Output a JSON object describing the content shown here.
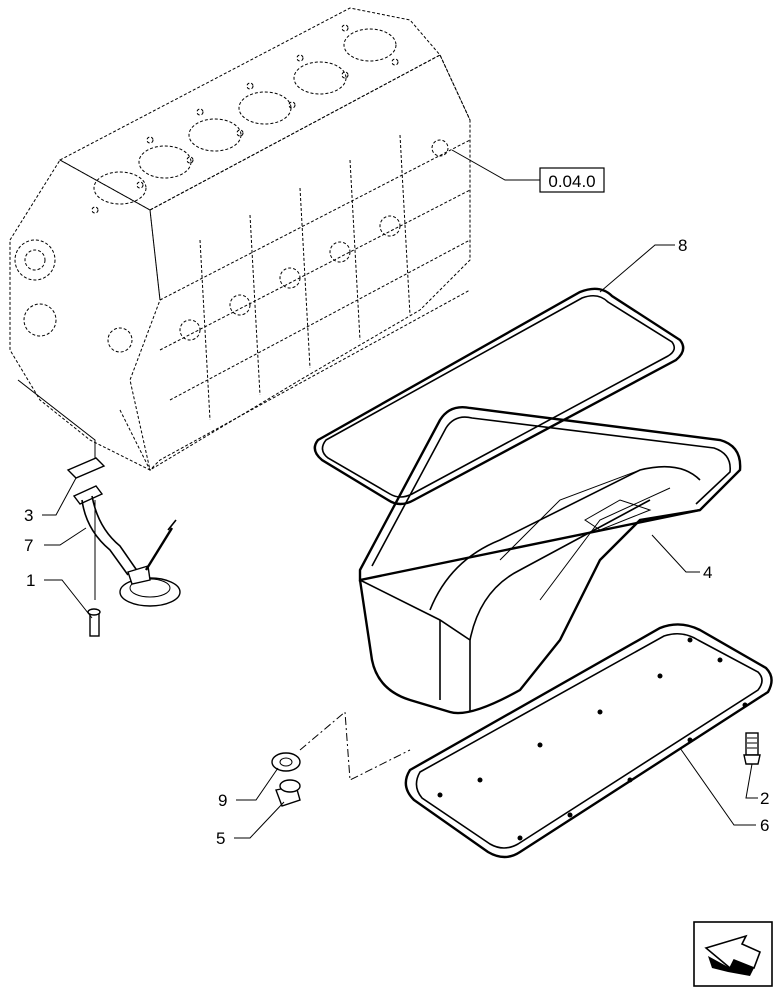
{
  "reference_box": {
    "label": "0.04.0"
  },
  "callouts": [
    {
      "id": "8",
      "label": "8"
    },
    {
      "id": "4",
      "label": "4"
    },
    {
      "id": "3",
      "label": "3"
    },
    {
      "id": "7",
      "label": "7"
    },
    {
      "id": "1",
      "label": "1"
    },
    {
      "id": "9",
      "label": "9"
    },
    {
      "id": "5",
      "label": "5"
    },
    {
      "id": "2",
      "label": "2"
    },
    {
      "id": "6",
      "label": "6"
    }
  ],
  "nav_icon": "next-page-arrow-icon"
}
